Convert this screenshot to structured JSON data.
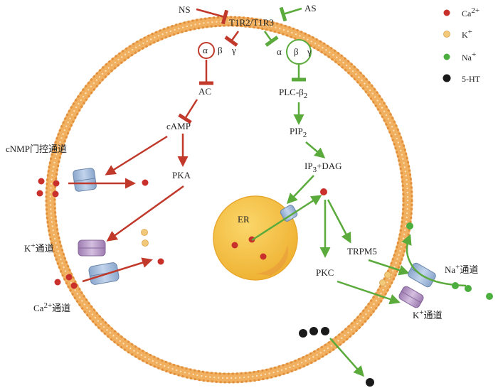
{
  "receptor": {
    "name": "T1R2/T1R3",
    "left_agonist": "NS",
    "right_agonist": "AS"
  },
  "gustducin_left": {
    "alpha": "α",
    "beta": "β",
    "gamma": "γ"
  },
  "gustducin_right": {
    "alpha": "α",
    "beta": "β",
    "gamma": "γ"
  },
  "left_pathway": {
    "ac": "AC",
    "camp": "cAMP",
    "pka": "PKA"
  },
  "right_pathway": {
    "plc": "PLC-β",
    "plc_sub": "2",
    "pip": "PIP",
    "pip_sub": "2",
    "ip": "IP",
    "ip_sub": "3",
    "dag": "+DAG",
    "er": "ER",
    "trpm5": "TRPM5",
    "pkc": "PKC"
  },
  "channels": {
    "cnmp": "cNMP门控通道",
    "k_left_base": "K",
    "k_left_sup": "+",
    "k_left_tail": "通道",
    "ca_base": "Ca",
    "ca_sup": "2+",
    "ca_tail": "通道",
    "na_base": "Na",
    "na_sup": "+",
    "na_tail": "通道",
    "k_right_base": "K",
    "k_right_sup": "+",
    "k_right_tail": "通道"
  },
  "legend": [
    {
      "base": "Ca",
      "sup": "2+",
      "color": "#c9302c"
    },
    {
      "base": "K",
      "sup": "+",
      "color": "#f2c879"
    },
    {
      "base": "Na",
      "sup": "+",
      "color": "#4cae3e"
    },
    {
      "base": "5-HT",
      "sup": "",
      "color": "#1a1a1a"
    }
  ],
  "colors": {
    "inhibit_red": "#c0392b",
    "activate_green": "#5aaa3c",
    "membrane": "#e9a352",
    "er_fill": "#f5c242"
  }
}
